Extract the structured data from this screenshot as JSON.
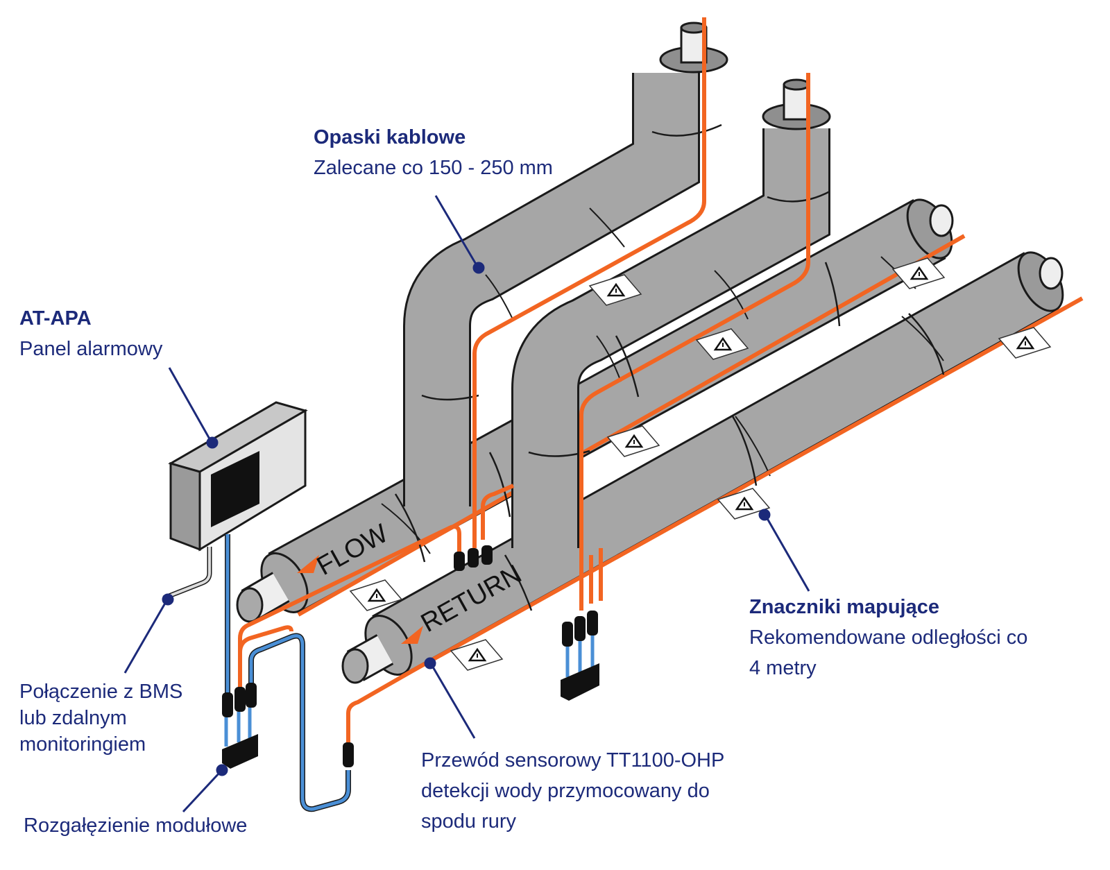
{
  "labels": {
    "cable_ties": {
      "title": "Opaski kablowe",
      "desc": "Zalecane co 150 - 250 mm"
    },
    "alarm_panel": {
      "title": "AT-APA",
      "desc": "Panel alarmowy"
    },
    "mapping_markers": {
      "title": "Znaczniki mapujące",
      "desc": [
        "Rekomendowane odległości co",
        "4 metry"
      ]
    },
    "bms": [
      "Połączenie z BMS",
      "lub zdalnym",
      "monitoringiem"
    ],
    "branch": "Rozgałęzienie modułowe",
    "sensor_cable": [
      "Przewód sensorowy TT1100-OHP",
      "detekcji wody przymocowany do",
      "spodu rury"
    ]
  },
  "pipe_text": {
    "flow": "FLOW",
    "return": "RETURN"
  },
  "colors": {
    "label_text": "#1c2a7a",
    "leader": "#1c2a7a",
    "insulation": "#a6a6a6",
    "sensor_cable": "#f26522",
    "blue_cable": "#4a8fd6",
    "pipe": "#eeeeee",
    "outline": "#1a1a1a"
  }
}
